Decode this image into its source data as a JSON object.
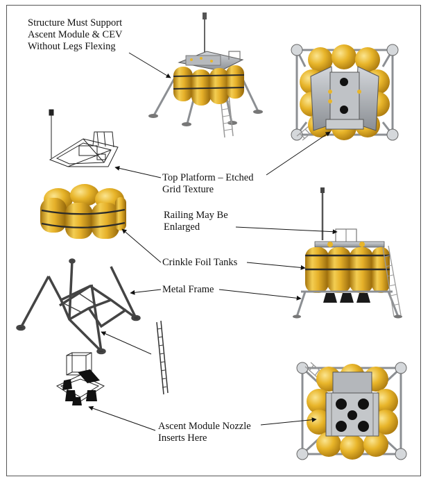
{
  "labels": {
    "structure": "Structure Must Support\nAscent Module & CEV\nWithout Legs Flexing",
    "top_platform": "Top Platform – Etched\nGrid Texture",
    "railing": "Railing May Be\nEnlarged",
    "tanks": "Crinkle Foil Tanks",
    "frame": "Metal Frame",
    "nozzle": "Ascent Module Nozzle\nInserts Here"
  },
  "colors": {
    "tank_gold": "#e8b52a",
    "tank_highlight": "#f8dc6a",
    "tank_shadow": "#b27f10",
    "band": "#2a2a2a",
    "platform_grey": "#a9adb2",
    "strut_grey": "#8c8f93",
    "line_black": "#111111"
  }
}
